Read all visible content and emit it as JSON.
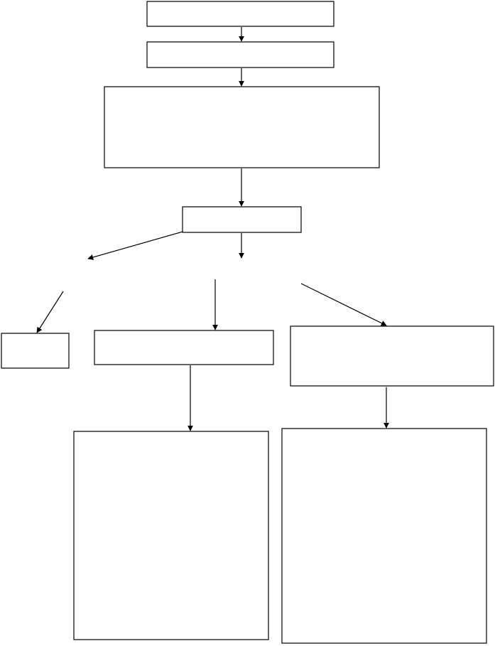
{
  "diagram": {
    "type": "flowchart",
    "line_color": "#000000",
    "fill_color": "#ffffff",
    "nodes": [
      {
        "id": "box-1",
        "label": ""
      },
      {
        "id": "box-2",
        "label": ""
      },
      {
        "id": "box-3",
        "label": ""
      },
      {
        "id": "box-4",
        "label": ""
      },
      {
        "id": "box-left-small",
        "label": ""
      },
      {
        "id": "box-middle",
        "label": ""
      },
      {
        "id": "box-right",
        "label": ""
      },
      {
        "id": "box-middle-large",
        "label": ""
      },
      {
        "id": "box-right-large",
        "label": ""
      }
    ],
    "edges": [
      {
        "from": "box-1",
        "to": "box-2"
      },
      {
        "from": "box-2",
        "to": "box-3"
      },
      {
        "from": "box-3",
        "to": "box-4"
      },
      {
        "from": "box-middle",
        "to": "box-middle-large"
      },
      {
        "from": "box-right",
        "to": "box-right-large"
      }
    ]
  }
}
